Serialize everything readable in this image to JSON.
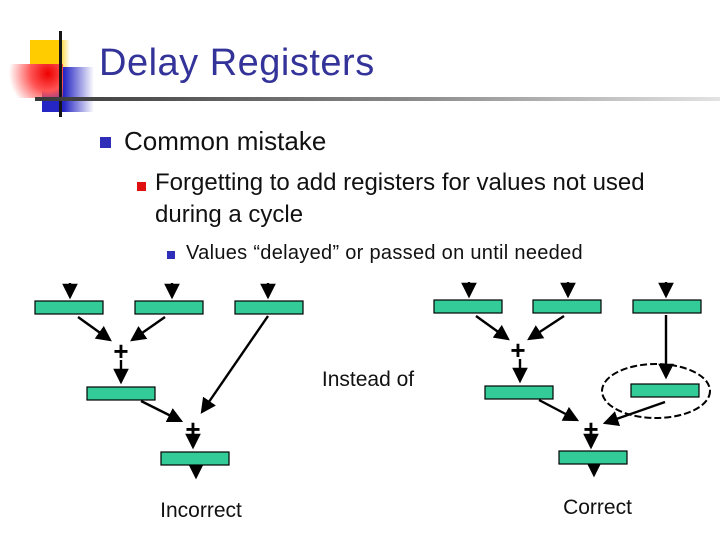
{
  "slide": {
    "title": "Delay Registers",
    "bullets": {
      "level1": "Common mistake",
      "level2": "Forgetting to add registers for values not used during a cycle",
      "level3": "Values “delayed” or passed on until needed"
    },
    "diagram": {
      "plus": "+",
      "instead_of": "Instead of",
      "left_caption": "Incorrect",
      "right_caption": "Correct"
    },
    "colors": {
      "title_text": "#333399",
      "register_fill": "#33cc99",
      "bullet_level1_marker": "#2e2eb8",
      "bullet_level2_marker": "#e01010",
      "bullet_level3_marker": "#2e2eb8",
      "logo_yellow": "#ffcc00",
      "logo_blue": "#2626c4",
      "logo_red": "#ee0000"
    }
  }
}
